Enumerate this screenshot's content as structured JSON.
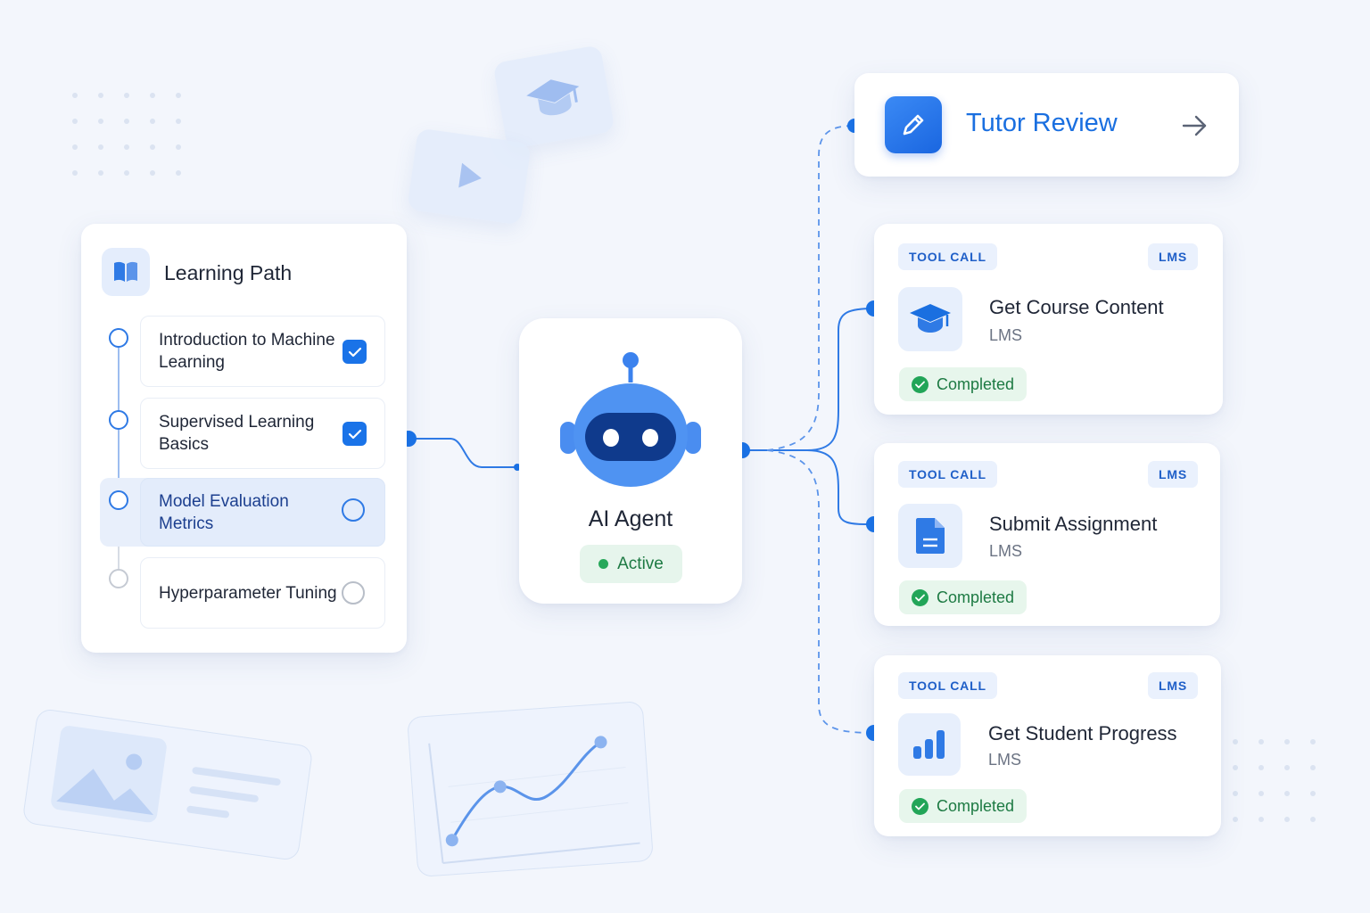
{
  "learning_path": {
    "title": "Learning Path",
    "steps": [
      {
        "label": "Introduction to Machine Learning",
        "status": "completed"
      },
      {
        "label": "Supervised Learning Basics",
        "status": "completed"
      },
      {
        "label": "Model Evaluation Metrics",
        "status": "active"
      },
      {
        "label": "Hyperparameter Tuning",
        "status": "pending"
      }
    ]
  },
  "agent": {
    "title": "AI Agent",
    "status": "Active"
  },
  "tutor_review": {
    "label": "Tutor Review",
    "icon": "pencil-icon"
  },
  "tool_calls": [
    {
      "tag": "TOOL CALL",
      "system": "LMS",
      "name": "Get Course Content",
      "subtitle": "LMS",
      "status": "Completed",
      "icon": "graduation-cap-icon"
    },
    {
      "tag": "TOOL CALL",
      "system": "LMS",
      "name": "Submit Assignment",
      "subtitle": "LMS",
      "status": "Completed",
      "icon": "document-icon"
    },
    {
      "tag": "TOOL CALL",
      "system": "LMS",
      "name": "Get Student Progress",
      "subtitle": "LMS",
      "status": "Completed",
      "icon": "bar-chart-icon"
    }
  ],
  "colors": {
    "accent": "#1a73e8",
    "success": "#22a558",
    "background": "#f3f6fc"
  }
}
